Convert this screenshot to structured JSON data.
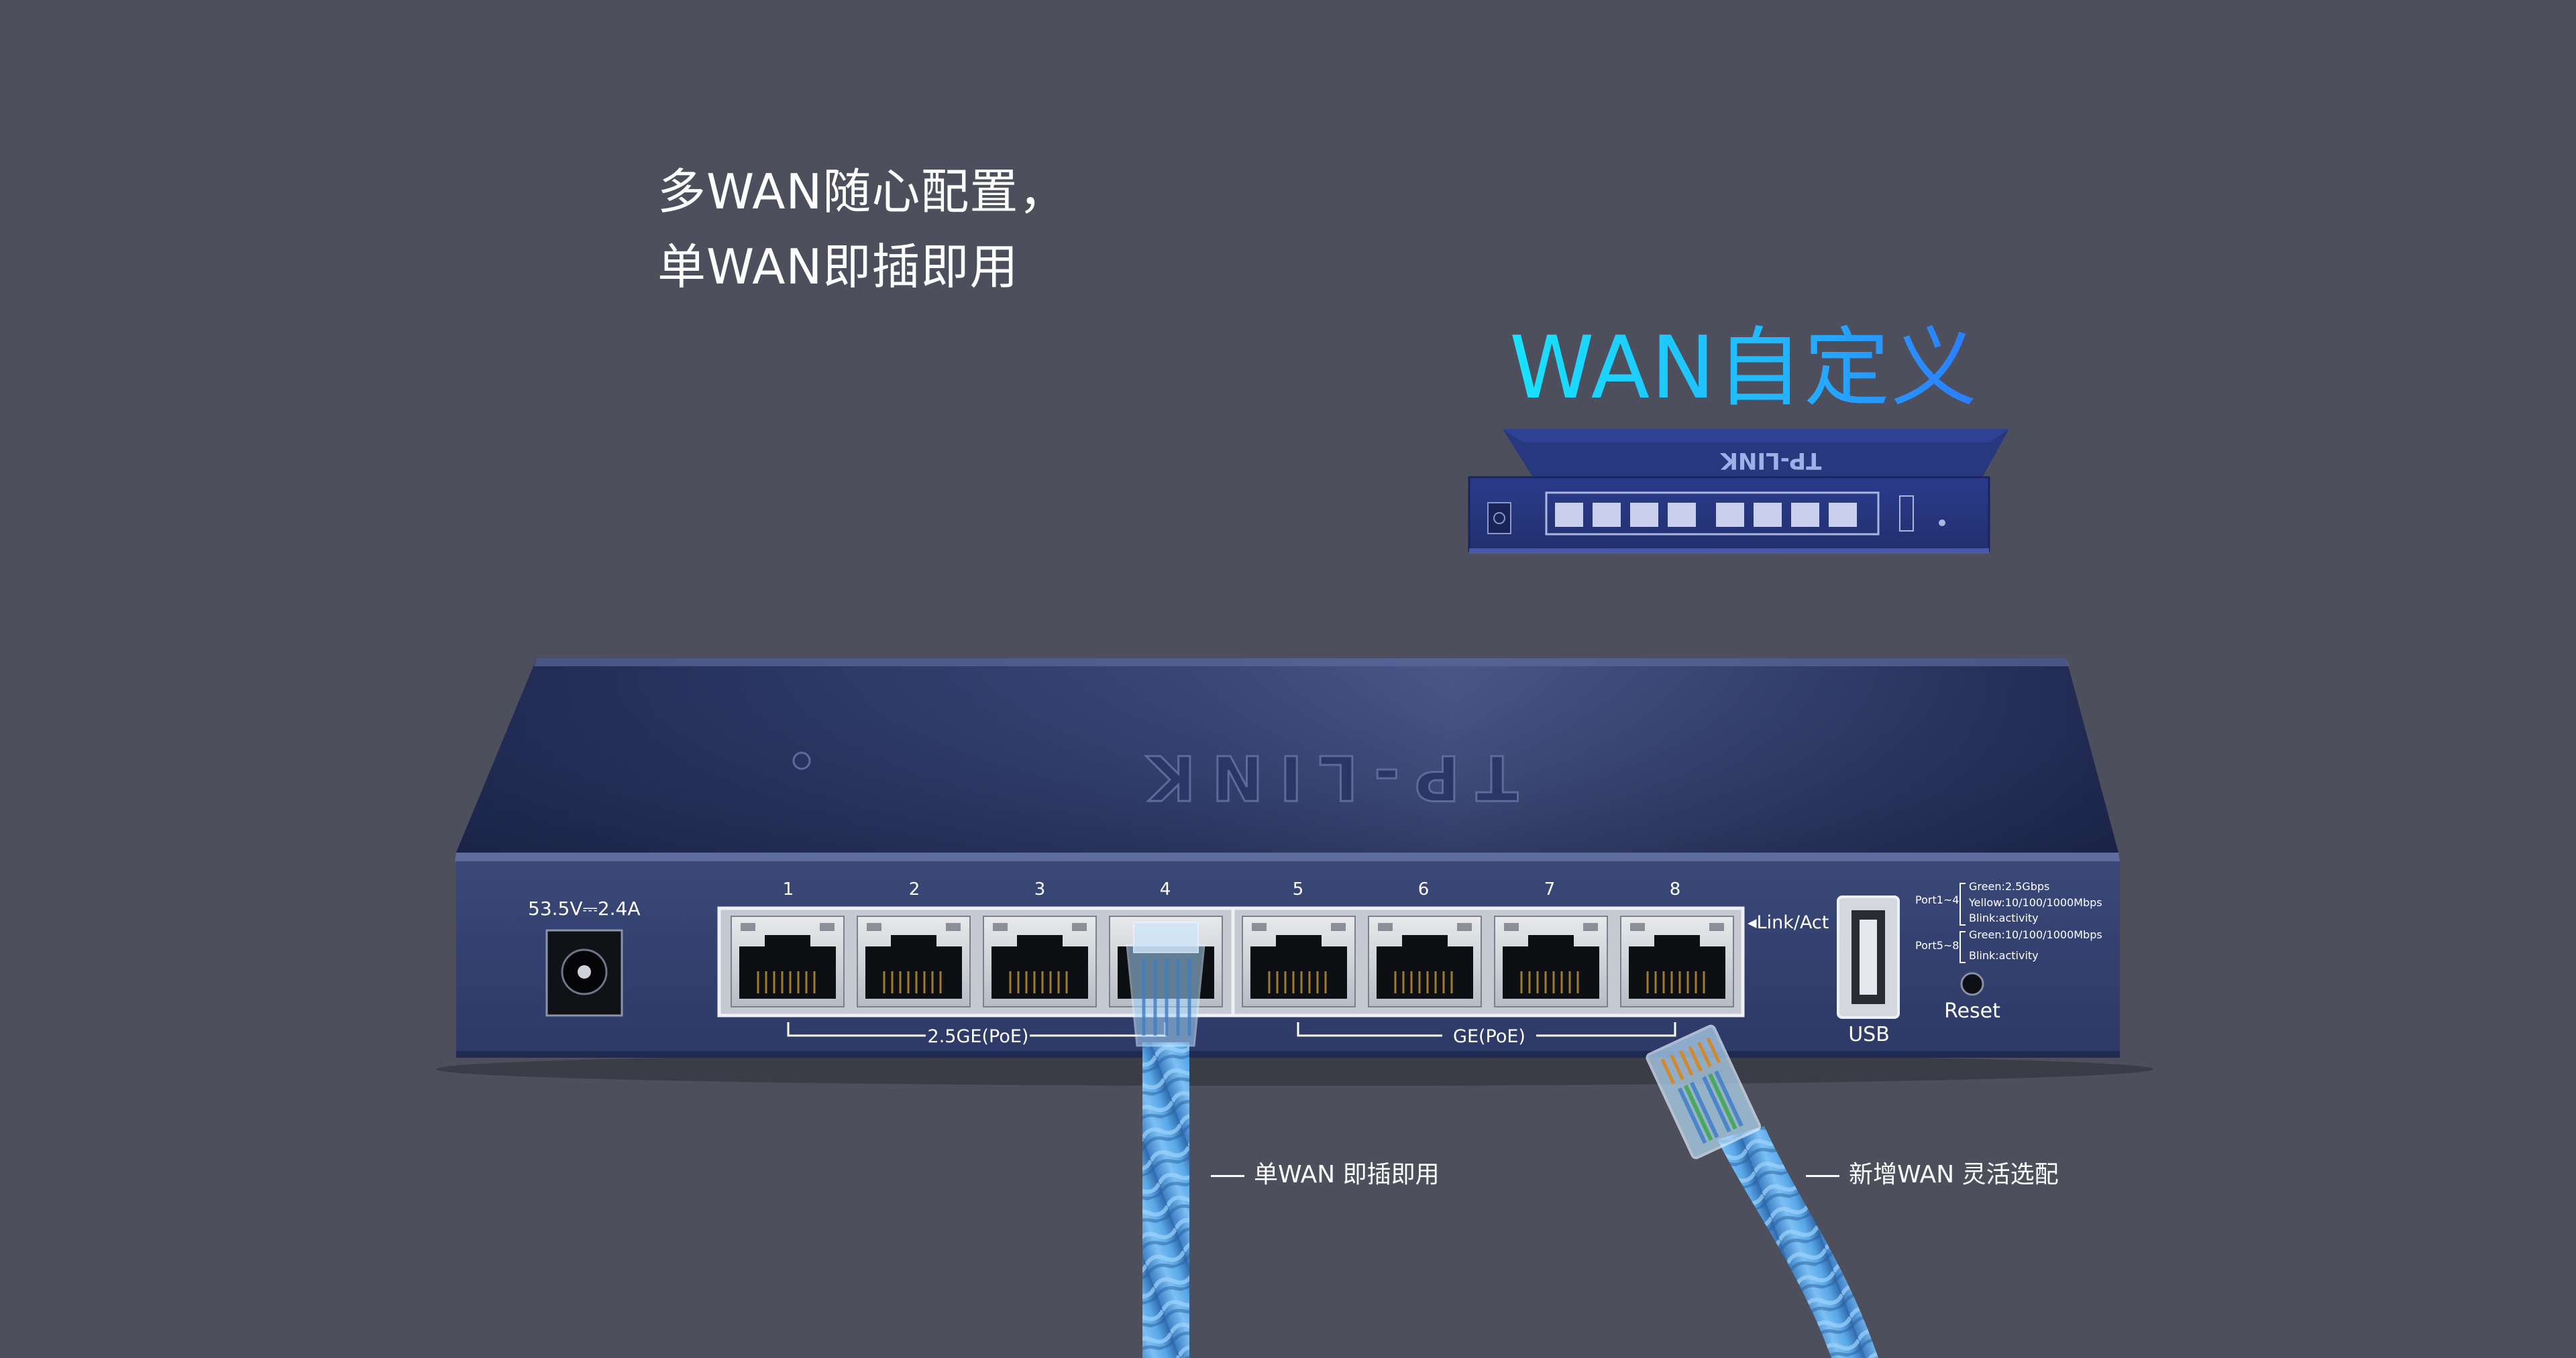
{
  "headline": {
    "line1": "多WAN随心配置，",
    "line2": "单WAN即插即用"
  },
  "feature_title": "WAN自定义",
  "device": {
    "brand": "TP-LINK",
    "power_rating": "53.5V⎓2.4A",
    "port_numbers": [
      "1",
      "2",
      "3",
      "4",
      "5",
      "6",
      "7",
      "8"
    ],
    "link_act_label": "◂Link/Act",
    "group_25ge": "2.5GE(PoE)",
    "group_ge": "GE(PoE)",
    "usb_label": "USB",
    "reset_label": "Reset",
    "legend": {
      "port1_4": "Port1~4",
      "green_25": "Green:2.5Gbps",
      "yellow": "Yellow:10/100/1000Mbps",
      "blink1": "Blink:activity",
      "port5_8": "Port5~8",
      "green_ge": "Green:10/100/1000Mbps",
      "blink2": "Blink:activity"
    }
  },
  "callouts": {
    "single_wan": "单WAN 即插即用",
    "new_wan": "新增WAN 灵活选配"
  },
  "colors": {
    "background": "#4d4f5c",
    "device_body": "#2a3764",
    "device_face": "#33406e",
    "cable": "#5aa8e8",
    "title_gradient_start": "#18e3ff",
    "title_gradient_end": "#2c7bff"
  }
}
